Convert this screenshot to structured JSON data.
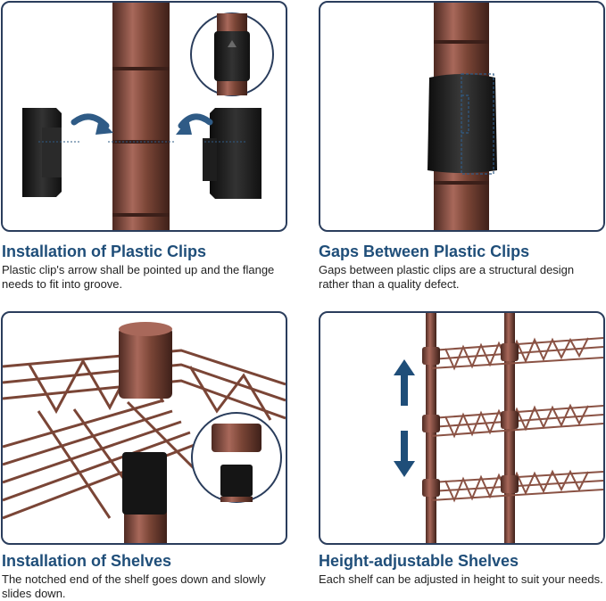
{
  "colors": {
    "frame": "#2a3d5c",
    "title": "#1f4e79",
    "bronze": "#7a4536",
    "bronze_light": "#a8685a",
    "clip": "#1c1c1c",
    "arrow": "#2f5b86"
  },
  "sections": [
    {
      "title": "Installation of Plastic Clips",
      "description": "Plastic clip's arrow shall be pointed up and the flange needs to fit into groove."
    },
    {
      "title": "Gaps Between Plastic Clips",
      "description": "Gaps between plastic clips are a structural design rather than a quality defect."
    },
    {
      "title": "Installation of Shelves",
      "description": "The notched end of the shelf goes down and slowly slides down."
    },
    {
      "title": "Height-adjustable Shelves",
      "description": "Each shelf can be adjusted in height to suit your needs."
    }
  ],
  "icons": [
    "curved-arrow-icon",
    "up-arrow-icon",
    "down-arrow-icon"
  ]
}
